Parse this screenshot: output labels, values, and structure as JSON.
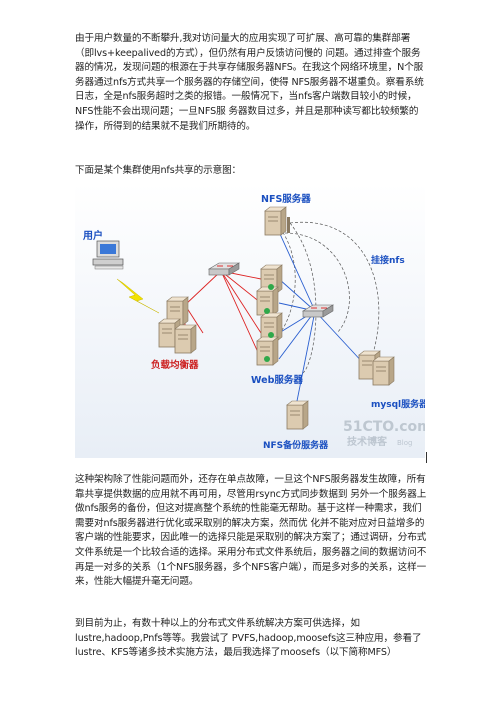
{
  "text": {
    "p1": "由于用户数量的不断攀升,我对访问量大的应用实现了可扩展、高可靠的集群部署（即lvs+keepalived的方式），但仍然有用户反馈访问慢的 问题。通过排查个服务器的情况，发现问题的根源在于共享存储服务器NFS。在我这个网络环境里，N个服务器通过nfs方式共享一个服务器的存储空间，使得 NFS服务器不堪重负。察看系统日志，全是nfs服务超时之类的报错。一般情况下，当nfs客户端数目较小的时候，NFS性能不会出现问题；一旦NFS服 务器数目过多，并且是那种读写都比较频繁的操作，所得到的结果就不是我们所期待的。",
    "p2": "下面是某个集群使用nfs共享的示意图：",
    "p3": "这种架构除了性能问题而外，还存在单点故障，一旦这个NFS服务器发生故障，所有靠共享提供数据的应用就不再可用，尽管用rsync方式同步数据到 另外一个服务器上做nfs服务的备份，但这对提高整个系统的性能毫无帮助。基于这样一种需求，我们需要对nfs服务器进行优化或采取别的解决方案，然而优 化并不能对应对日益增多的客户端的性能要求，因此唯一的选择只能是采取别的解决方案了；通过调研，分布式文件系统是一个比较合适的选择。采用分布式文件系统后，服务器之间的数据访问不再是一对多的关系（1个NFS服务器，多个NFS客户端），而是多对多的关系，这样一来，性能大幅提升毫无问题。",
    "p4": "到目前为止，有数十种以上的分布式文件系统解决方案可供选择，如lustre,hadoop,Pnfs等等。我尝试了 PVFS,hadoop,moosefs这三种应用，参看了 lustre、KFS等诸多技术实施方法，最后我选择了moosefs（以下简称MFS）"
  },
  "diagram": {
    "user": "用户",
    "nfs_server": "NFS服务器",
    "mount_nfs": "挂接nfs",
    "load_balancer": "负载均衡器",
    "web_servers": "Web服务器",
    "mysql": "mysql服务器",
    "nfs_backup": "NFS备份服务器",
    "watermark_site": "51CTO.com",
    "watermark_blog": "技术博客",
    "watermark_tag": "Blog"
  },
  "colors": {
    "label_blue": "#1a4fc0",
    "label_red": "#cc2222",
    "red_link": "#d22",
    "blue_link": "#2a5fd0",
    "bolt": "#f2e200",
    "server": "#dccbb0"
  }
}
